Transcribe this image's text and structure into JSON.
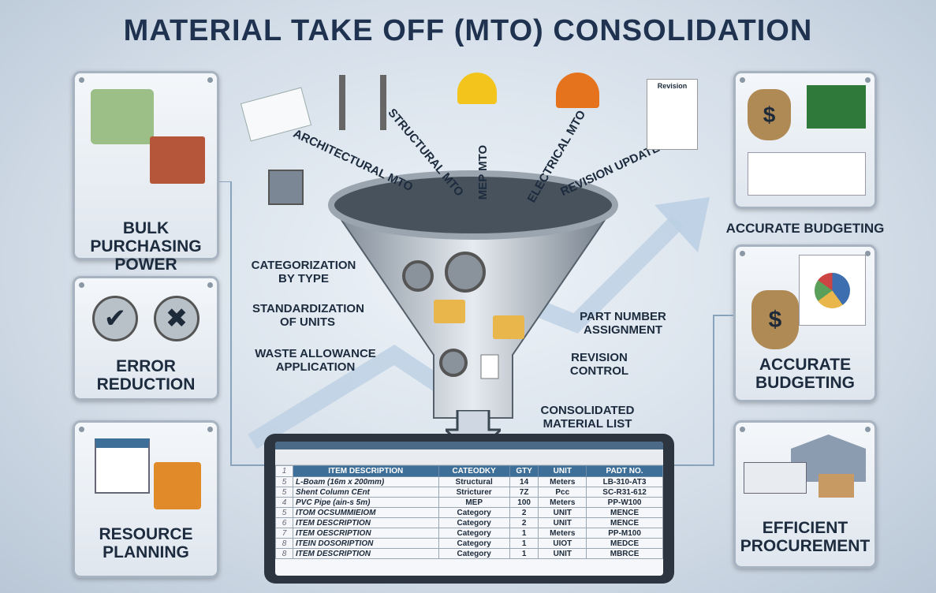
{
  "title": "MATERIAL TAKE OFF (MTO) CONSOLIDATION",
  "inputs": [
    "ARCHITECTURAL MTO",
    "STRUCTURAL MTO",
    "MEP MTO",
    "ELECTRICAL MTO",
    "REVISION UPDATES"
  ],
  "revision_doc_label": "Revision",
  "process_left": [
    "CATEGORIZATION BY TYPE",
    "STANDARDIZATION OF UNITS",
    "WASTE ALLOWANCE APPLICATION"
  ],
  "process_right": [
    "PART NUMBER ASSIGNMENT",
    "REVISION CONTROL",
    "CONSOLIDATED MATERIAL LIST"
  ],
  "benefits_left": [
    "BULK PURCHASING POWER",
    "ERROR REDUCTION",
    "RESOURCE PLANNING"
  ],
  "benefits_right": [
    "ACCURATE BUDGETING",
    "ACCURATE BUDGETING",
    "EFFICIENT PROCUREMENT"
  ],
  "table": {
    "headers": [
      "ITEM DESCRIPTION",
      "CATEODKY",
      "GTY",
      "UNIT",
      "PADT NO."
    ],
    "header_row_num": "1",
    "rows": [
      [
        "5",
        "L-Boam (16m x 200mm)",
        "Structural",
        "14",
        "Meters",
        "LB-310-AT3"
      ],
      [
        "5",
        "Shent Column CEnt",
        "Stricturer",
        "7Z",
        "Pcc",
        "SC-R31-612"
      ],
      [
        "4",
        "PVC Pipe (ain-s 5m)",
        "MEP",
        "100",
        "Meters",
        "PP-W100"
      ],
      [
        "5",
        "ITOM OCSUMMIEIOM",
        "Category",
        "2",
        "UNIT",
        "MENCE"
      ],
      [
        "6",
        "ITEM DESCRIPTION",
        "Category",
        "2",
        "UNIT",
        "MENCE"
      ],
      [
        "7",
        "ITEM OESCRIPTION",
        "Category",
        "1",
        "Meters",
        "PP-M100"
      ],
      [
        "8",
        "ITEIN DOSORIPTION",
        "Category",
        "1",
        "UIOT",
        "MEDCE"
      ],
      [
        "8",
        "ITEM DESCRIPTION",
        "Category",
        "1",
        "UNIT",
        "MBRCE"
      ]
    ]
  }
}
